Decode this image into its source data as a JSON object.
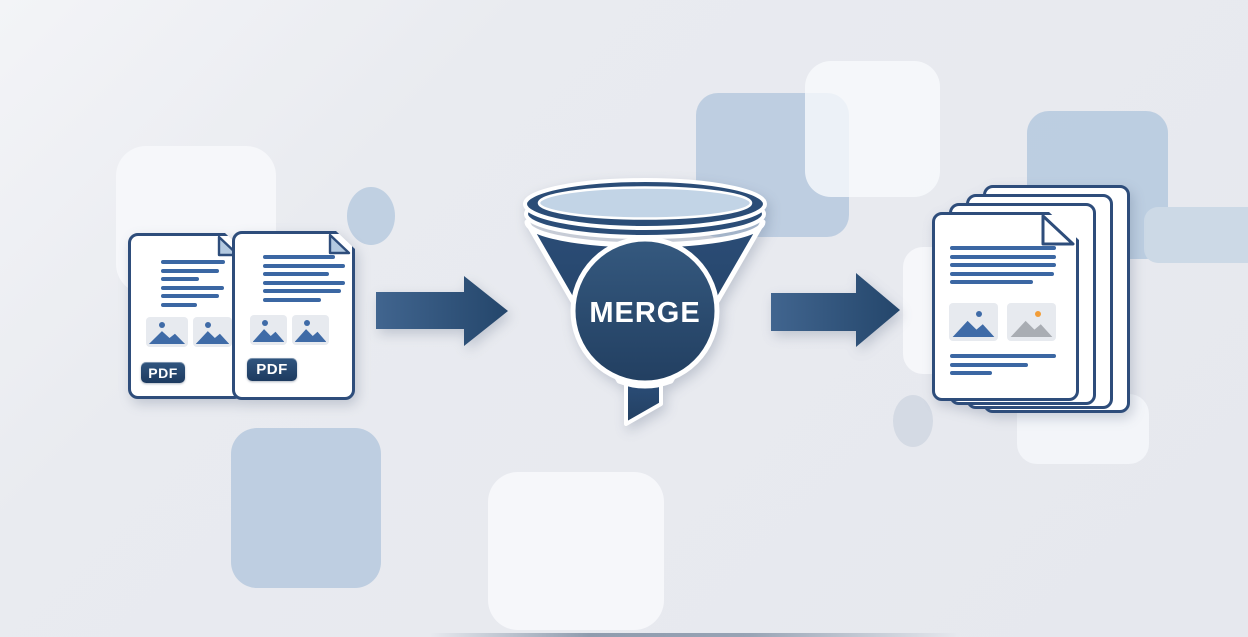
{
  "diagram": {
    "title": "PDF merge process illustration",
    "input": {
      "document_count": 2,
      "documents": [
        {
          "badge": "PDF"
        },
        {
          "badge": "PDF"
        }
      ]
    },
    "process": {
      "label": "MERGE"
    },
    "output": {
      "page_count": 4
    }
  },
  "palette": {
    "background": "#e9ebf0",
    "shape_white": "#f6f7fa",
    "shape_blue": "#b9cbdf",
    "shape_blue_light": "#ccd9e6",
    "page_fill": "#ffffff",
    "doc_border": "#2e4d7b",
    "text_line_blue": "#3b67a3",
    "badge_bg": "#1d3a5f",
    "badge_bg_top": "#30557f",
    "fold_blue": "#b3c9e0",
    "funnel_dark": "#2b4d77",
    "funnel_darker": "#223f61",
    "funnel_liquid": "#c2d4e6",
    "arrow_start": "#41658f",
    "arrow_end": "#24466b",
    "image_placeholder_bg": "#e7eaef",
    "image_blue": "#3f6ba7",
    "image_gray": "#a9adb3",
    "dot_orange": "#f29d38"
  }
}
